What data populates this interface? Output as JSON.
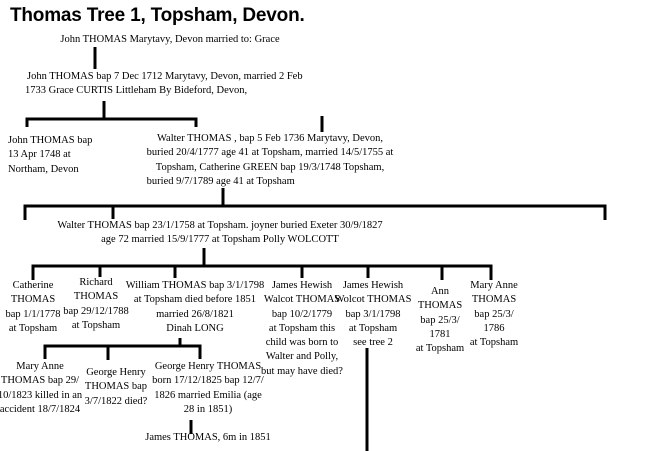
{
  "title": "Thomas Tree 1, Topsham, Devon.",
  "nodes": {
    "gen1": [
      "John THOMAS Marytavy, Devon married to: Grace"
    ],
    "gen2": [
      "John THOMAS bap 7 Dec 1712 Marytavy, Devon, married 2 Feb",
      "1733 Grace CURTIS Littleham By Bideford, Devon,"
    ],
    "john_1748": [
      "John THOMAS bap",
      "13 Apr 1748 at",
      "Northam, Devon"
    ],
    "walter_1736": [
      "Walter THOMAS , bap 5 Feb 1736 Marytavy, Devon,",
      "buried 20/4/1777 age 41 at Topsham, married 14/5/1755 at",
      "Topsham, Catherine GREEN bap 19/3/1748 Topsham,",
      "buried 9/7/1789 age 41 at Topsham"
    ],
    "walter_1758": [
      "Walter THOMAS bap 23/1/1758 at Topsham.  joyner buried Exeter 30/9/1827",
      "age 72  married  15/9/1777 at Topsham Polly WOLCOTT"
    ],
    "catherine": [
      "Catherine",
      "THOMAS",
      "bap 1/1/1778",
      "at Topsham"
    ],
    "richard": [
      "Richard",
      "THOMAS",
      "bap 29/12/1788",
      "at Topsham"
    ],
    "william": [
      "William THOMAS bap 3/1/1798",
      "at Topsham died before 1851",
      "married 26/8/1821",
      "Dinah LONG"
    ],
    "james1": [
      "James Hewish",
      "Walcot THOMAS",
      "bap 10/2/1779",
      "at Topsham this",
      "child was born to",
      "Walter and Polly,",
      "but may have died?"
    ],
    "james2": [
      "James Hewish",
      "Wolcot THOMAS",
      "bap 3/1/1798",
      "at Topsham",
      "see tree 2"
    ],
    "ann": [
      "Ann",
      "THOMAS",
      "bap 25/3/",
      "1781",
      "at Topsham"
    ],
    "maryanne_1786": [
      "Mary Anne",
      "THOMAS",
      "bap 25/3/",
      "1786",
      "at Topsham"
    ],
    "maryanne_1823": [
      "Mary Anne",
      "THOMAS bap 29/",
      "10/1823 killed in an",
      "accident 18/7/1824"
    ],
    "george_1822": [
      "George Henry",
      "THOMAS bap",
      "3/7/1822 died?"
    ],
    "george_1825": [
      "George Henry THOMAS",
      "born 17/12/1825 bap 12/7/",
      "1826 married Emilia (age",
      "28 in 1851)"
    ],
    "james_1851": [
      "James THOMAS, 6m in 1851"
    ]
  }
}
